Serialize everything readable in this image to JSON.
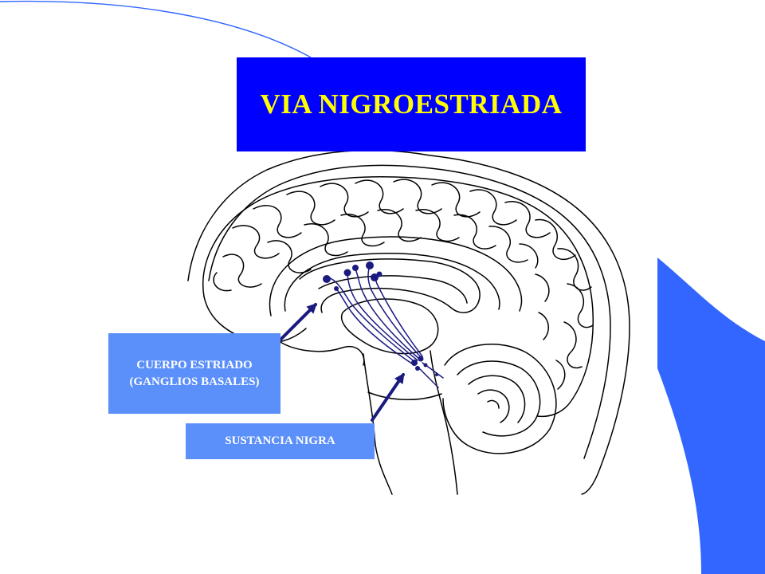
{
  "slide": {
    "title": "VIA NIGROESTRIADA"
  },
  "labels": {
    "striatum_line1": "CUERPO ESTRIADO",
    "striatum_line2": "(GANGLIOS BASALES)",
    "nigra": "SUSTANCIA NIGRA"
  },
  "colors": {
    "title_background": "#0000ff",
    "title_text": "#ffff00",
    "label_background": "#5b8ff9",
    "label_text": "#ffffff",
    "accent": "#3366ff",
    "arrow": "#1a1a80",
    "pathway": "#1a1a80",
    "outline": "#000000"
  },
  "icons": {
    "arrows": "arrow-icon",
    "decoration": "blue-swoosh"
  }
}
